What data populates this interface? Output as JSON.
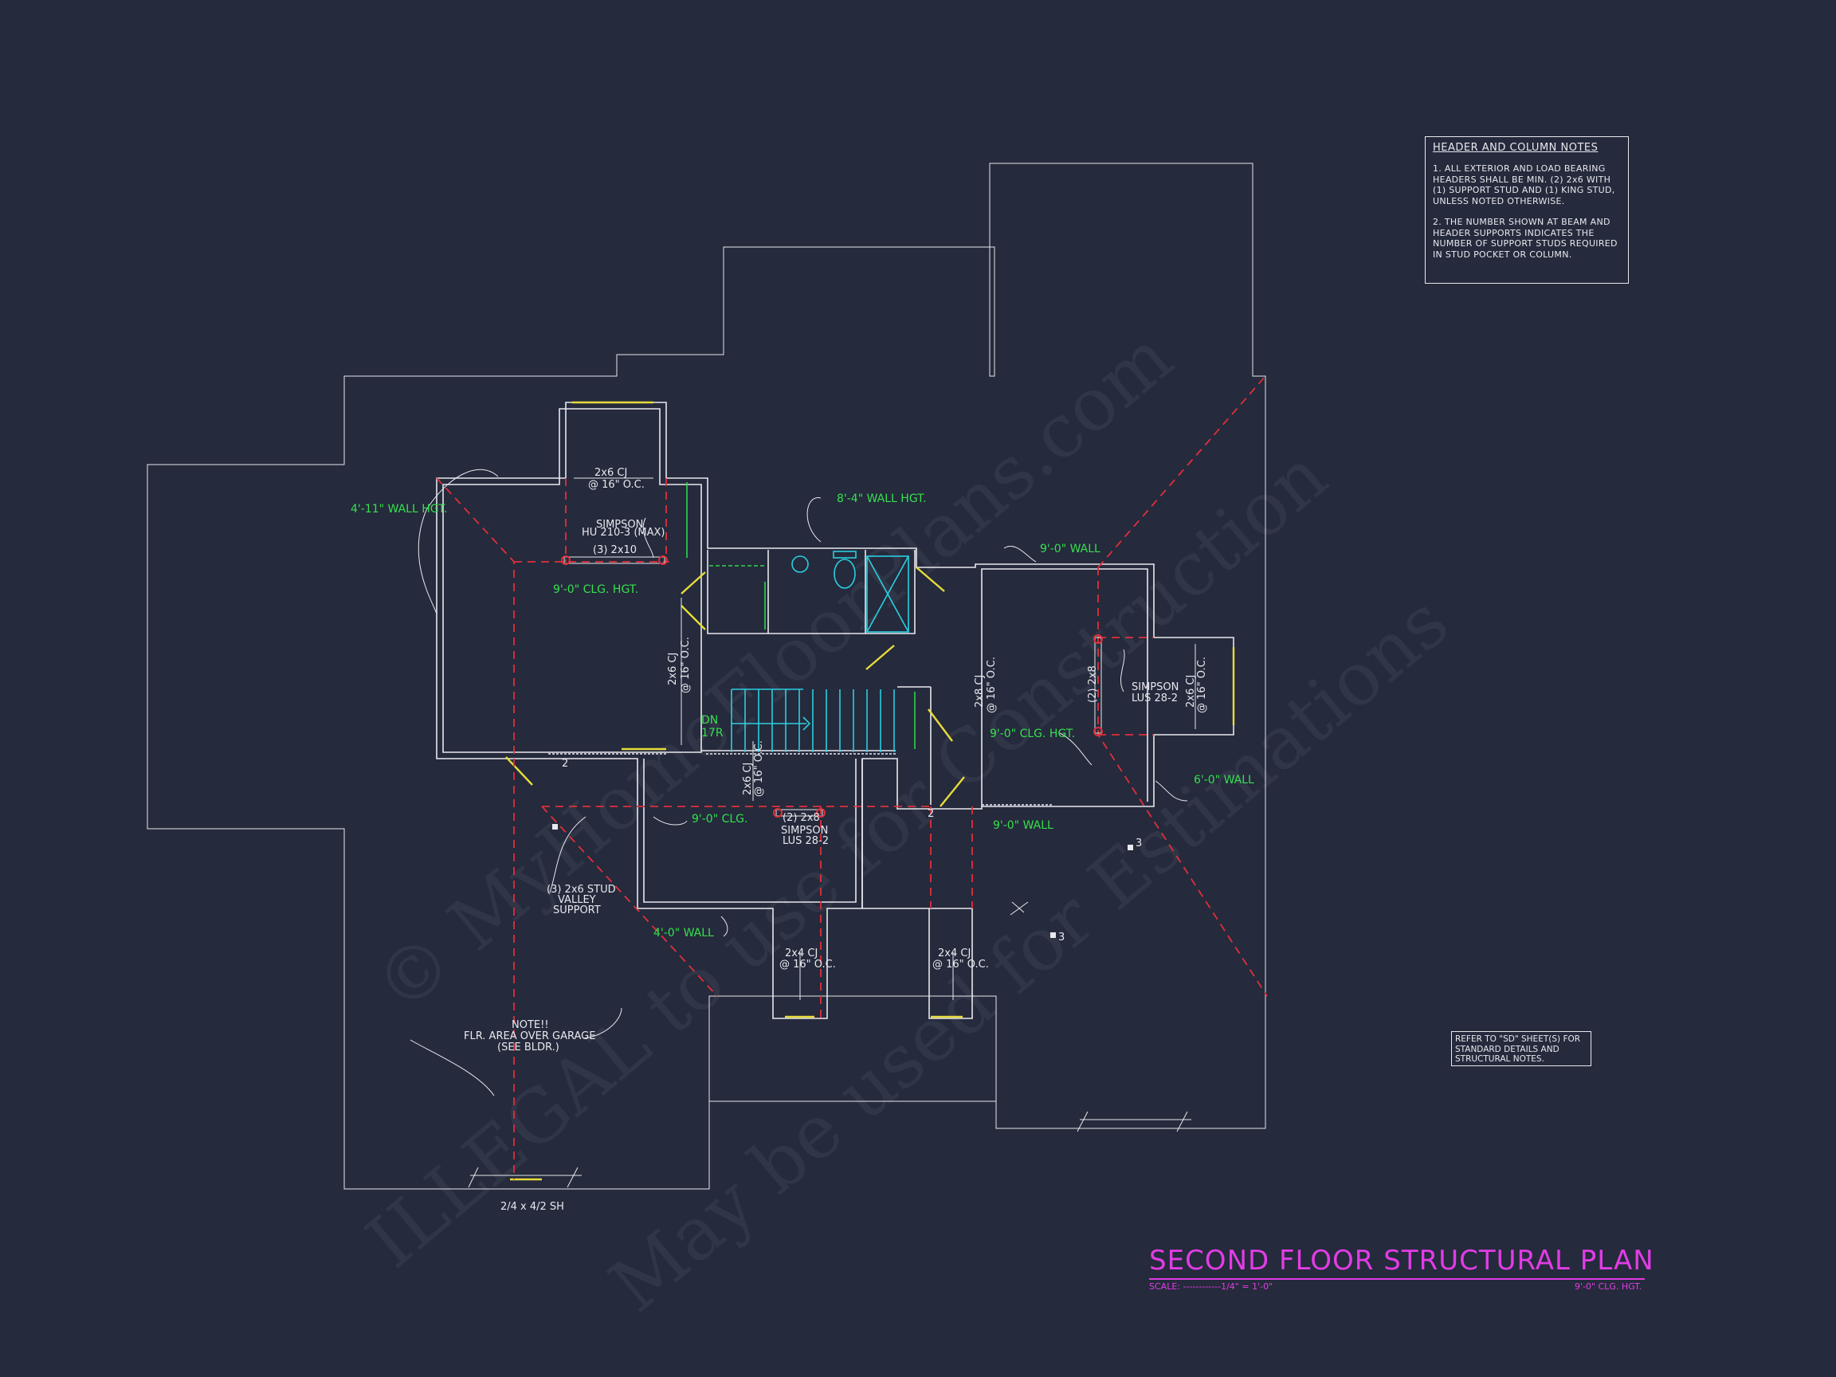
{
  "notes": {
    "title": "HEADER AND COLUMN NOTES",
    "note1": "1. ALL EXTERIOR AND LOAD BEARING HEADERS SHALL BE MIN. (2) 2x6 WITH (1) SUPPORT STUD AND (1) KING STUD, UNLESS NOTED OTHERWISE.",
    "note2": "2. THE NUMBER SHOWN AT BEAM AND HEADER SUPPORTS INDICATES THE NUMBER OF SUPPORT STUDS REQUIRED IN STUD POCKET OR COLUMN."
  },
  "refer_note": "REFER TO \"SD\" SHEET(S) FOR STANDARD DETAILS AND STRUCTURAL NOTES.",
  "title": "SECOND FLOOR STRUCTURAL PLAN",
  "scale": "SCALE: ------------1/4\" = 1'-0\"",
  "clg_hgt": "9'-0\" CLG. HGT.",
  "watermark": {
    "line1": "© MyHomeFloorPlans.com",
    "line2": "ILLEGAL to use for Construction",
    "line3": "May be used for Estimations"
  },
  "labels": {
    "wall_4_11": "4'-11\" WALL HGT.",
    "cj_2x6_top": "2x6 CJ",
    "oc_16": "@ 16\" O.C.",
    "simpson_hu": "SIMPSON",
    "hu_210": "HU 210-3 (MAX)",
    "beam_3_2x10": "(3) 2x10",
    "clg_9_left": "9'-0\" CLG. HGT.",
    "wall_8_4": "8'-4\" WALL HGT.",
    "wall_9_top": "9'-0\" WALL",
    "dn": "DN",
    "nr": "17R",
    "cj_2x6_vert": "2x6 CJ",
    "cj_2x8_vert": "2x8 CJ",
    "beam_2x8_vert": "(2) 2x8",
    "simpson_lus_right": "SIMPSON",
    "lus_right": "LUS 28-2",
    "cj_2x6_right": "2x6 CJ",
    "clg_9_right": "9'-0\" CLG. HGT.",
    "wall_6": "6'-0\" WALL",
    "wall_9_bottom": "9'-0\" WALL",
    "cj_2x6_mid": "2x6 CJ",
    "clg_9_mid": "9'-0\" CLG.",
    "beam_2x8_mid": "(2) 2x8",
    "simpson_mid": "SIMPSON",
    "lus_mid": "LUS 28-2",
    "stud_1": "(3) 2x6 STUD",
    "stud_2": "VALLEY",
    "stud_3": "SUPPORT",
    "wall_4": "4'-0\" WALL",
    "cj_2x4_a": "2x4 CJ",
    "cj_2x4_b": "2x4 CJ",
    "note_a": "NOTE!!",
    "note_b": "FLR. AREA OVER GARAGE",
    "note_c": "(SEE BLDR.)",
    "window": "2/4 x 4/2 SH",
    "num_2a": "2",
    "num_2b": "2",
    "num_3a": "3",
    "num_3b": "3"
  },
  "colors": {
    "background": "#252a3c",
    "linework": "#e8e8ee",
    "dimension_green": "#35e04d",
    "beam_red": "#e0303a",
    "title_magenta": "#e23ce6",
    "window_yellow": "#e6dc3a",
    "fixture_cyan": "#2ad0e0"
  }
}
